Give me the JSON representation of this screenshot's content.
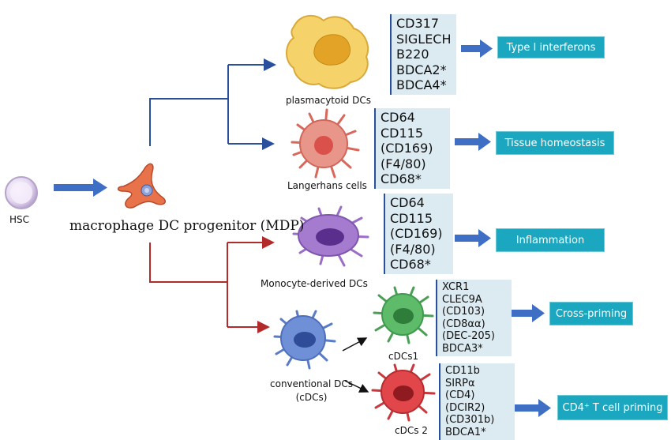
{
  "progenitors": {
    "hsc_label": "HSC",
    "mdp_label": "macrophage DC progenitor (MDP)"
  },
  "cells": {
    "pdc": "plasmacytoid DCs",
    "langerhans": "Langerhans cells",
    "modc": "Monocyte-derived DCs",
    "cdc": "conventional DCs\n(cDCs)",
    "cdc1": "cDCs1",
    "cdc2": "cDCs 2"
  },
  "markers": {
    "pdc": [
      "CD317",
      "SIGLECH",
      "B220",
      "BDCA2*",
      "BDCA4*"
    ],
    "langerhans": [
      "CD64",
      "CD115",
      "(CD169)",
      "(F4/80)",
      "CD68*"
    ],
    "modc": [
      "CD64",
      "CD115",
      "(CD169)",
      "(F4/80)",
      "CD68*"
    ],
    "cdc1": [
      "XCR1",
      "CLEC9A",
      "(CD103)",
      "(CD8αα)",
      "(DEC-205)",
      "BDCA3*"
    ],
    "cdc2": [
      "CD11b",
      "SIRPα",
      "(CD4)",
      "(DCIR2)",
      "(CD301b)",
      "BDCA1*"
    ]
  },
  "functions": {
    "pdc": "Type I interferons",
    "langerhans": "Tissue homeostasis",
    "modc": "Inflammation",
    "cdc1": "Cross-priming",
    "cdc2": "CD4⁺ T cell priming"
  },
  "colors": {
    "tree_blue": "#2a4f9c",
    "tree_red": "#b22a2a",
    "arrow_blue": "#3f6fc4",
    "function_box": "#1ba7c0",
    "marker_box": "#dcebf2",
    "pdc_cell": "#f5d36a",
    "langerhans_cell": "#e8958a",
    "modc_cell": "#a57bd0",
    "cdc_cell": "#6f8fd6",
    "cdc1_cell": "#5dbb6a",
    "cdc2_cell": "#e0464a",
    "mdp_cell": "#e8734a"
  }
}
